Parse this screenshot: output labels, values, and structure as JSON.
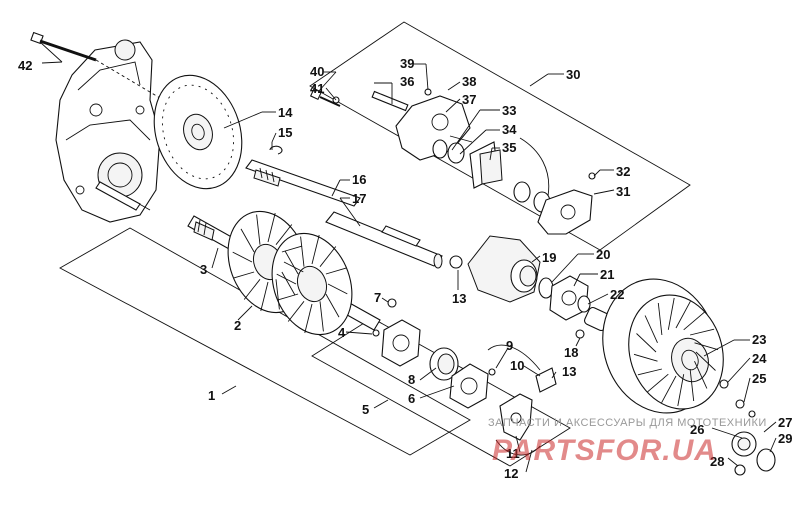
{
  "diagram": {
    "callouts": [
      {
        "id": "42",
        "text": "42"
      },
      {
        "id": "40",
        "text": "40"
      },
      {
        "id": "41",
        "text": "41"
      },
      {
        "id": "39",
        "text": "39"
      },
      {
        "id": "36",
        "text": "36"
      },
      {
        "id": "38",
        "text": "38"
      },
      {
        "id": "37",
        "text": "37"
      },
      {
        "id": "30",
        "text": "30"
      },
      {
        "id": "33",
        "text": "33"
      },
      {
        "id": "34",
        "text": "34"
      },
      {
        "id": "35",
        "text": "35"
      },
      {
        "id": "32",
        "text": "32"
      },
      {
        "id": "31",
        "text": "31"
      },
      {
        "id": "14",
        "text": "14"
      },
      {
        "id": "15",
        "text": "15"
      },
      {
        "id": "16",
        "text": "16"
      },
      {
        "id": "17",
        "text": "17"
      },
      {
        "id": "3",
        "text": "3"
      },
      {
        "id": "19",
        "text": "19"
      },
      {
        "id": "20",
        "text": "20"
      },
      {
        "id": "21",
        "text": "21"
      },
      {
        "id": "22",
        "text": "22"
      },
      {
        "id": "13a",
        "text": "13"
      },
      {
        "id": "7",
        "text": "7"
      },
      {
        "id": "2",
        "text": "2"
      },
      {
        "id": "4",
        "text": "4"
      },
      {
        "id": "18",
        "text": "18"
      },
      {
        "id": "23",
        "text": "23"
      },
      {
        "id": "24",
        "text": "24"
      },
      {
        "id": "25",
        "text": "25"
      },
      {
        "id": "9",
        "text": "9"
      },
      {
        "id": "10",
        "text": "10"
      },
      {
        "id": "13b",
        "text": "13"
      },
      {
        "id": "8",
        "text": "8"
      },
      {
        "id": "6",
        "text": "6"
      },
      {
        "id": "1",
        "text": "1"
      },
      {
        "id": "5",
        "text": "5"
      },
      {
        "id": "26",
        "text": "26"
      },
      {
        "id": "27",
        "text": "27"
      },
      {
        "id": "29",
        "text": "29"
      },
      {
        "id": "11",
        "text": "11"
      },
      {
        "id": "12",
        "text": "12"
      },
      {
        "id": "28",
        "text": "28"
      }
    ]
  },
  "watermark": {
    "caption": "ЗАПЧАСТИ И АКСЕССУАРЫ ДЛЯ МОТОТЕХНИКИ",
    "logo": "PARTSFOR.UA"
  }
}
